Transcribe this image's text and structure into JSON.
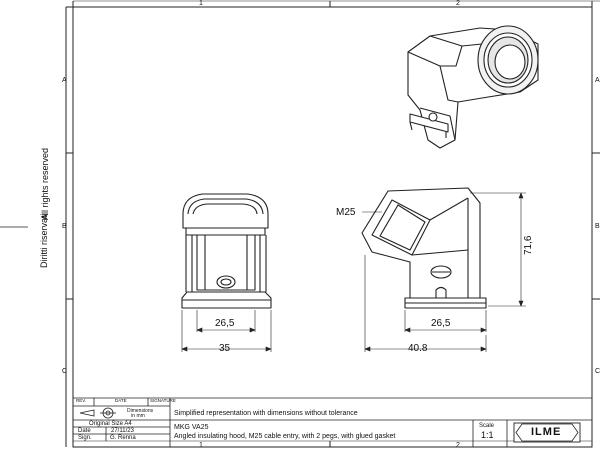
{
  "frame": {
    "col_labels": [
      "1",
      "2"
    ],
    "row_labels": [
      "A",
      "B",
      "C"
    ]
  },
  "rights": {
    "line1": "Diritti riservati",
    "line2": "All rights reserved"
  },
  "views": {
    "front": {
      "dim_inner": "26,5",
      "dim_outer": "35"
    },
    "side": {
      "dim_inner": "26,5",
      "dim_outer": "40.8",
      "dim_height": "71,6",
      "thread": "M25"
    }
  },
  "title_block": {
    "rev_header": [
      "REV.",
      "DATE",
      "SIGNATURE"
    ],
    "projection_note": "Dimensions in mm",
    "note": "Simplified representation with dimensions without tolerance",
    "original_size": "Original Size A4",
    "date_label": "Date",
    "date_value": "27/11/23",
    "sign_label": "Sign.",
    "sign_value": "G. Renna",
    "part_code": "MKG VA25",
    "description": "Angled insulating hood, M25 cable entry, with 2 pegs, with glued gasket",
    "scale_label": "Scale",
    "scale_value": "1:1",
    "logo_text": "ILME"
  }
}
